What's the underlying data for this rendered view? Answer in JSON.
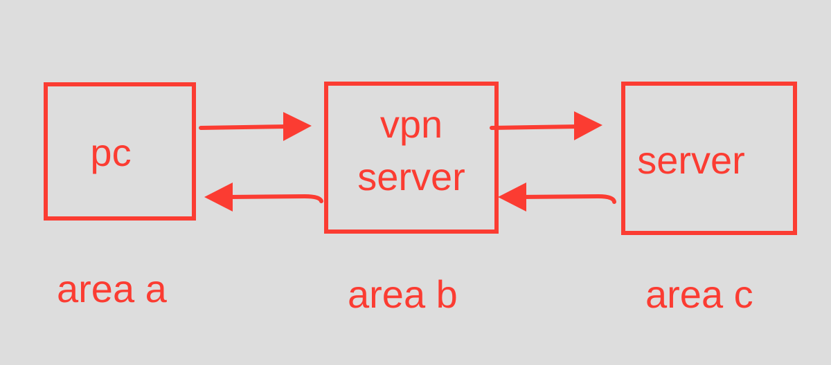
{
  "diagram": {
    "accent_color": "#fb3c32",
    "background_color": "#dddddd",
    "nodes": {
      "pc": {
        "label": "pc"
      },
      "vpn_server": {
        "label_line1": "vpn",
        "label_line2": "server"
      },
      "server": {
        "label": "server"
      }
    },
    "areas": {
      "a": "area a",
      "b": "area b",
      "c": "area c"
    },
    "edges": [
      {
        "from": "pc",
        "to": "vpn_server"
      },
      {
        "from": "vpn_server",
        "to": "server"
      },
      {
        "from": "server",
        "to": "vpn_server"
      },
      {
        "from": "vpn_server",
        "to": "pc"
      }
    ]
  }
}
